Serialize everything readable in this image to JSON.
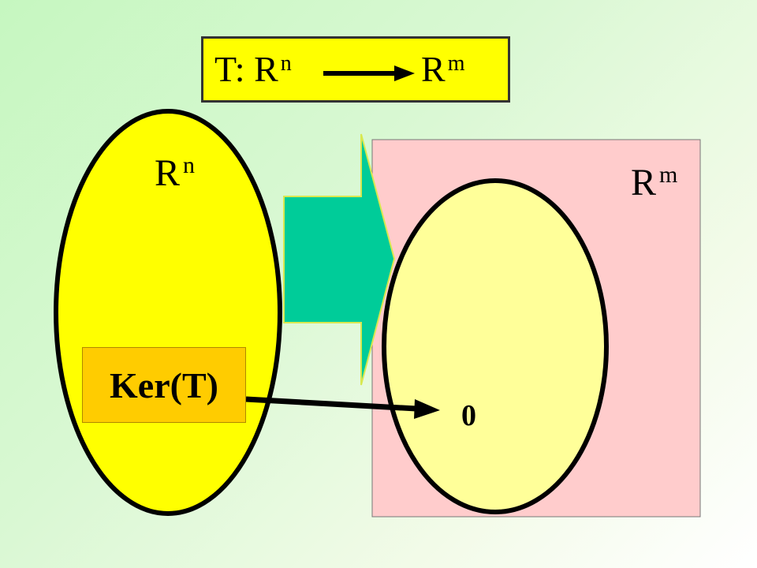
{
  "title": {
    "map_name": "T:",
    "domain_base": "R",
    "domain_exp": "n",
    "codomain_base": "R",
    "codomain_exp": "m"
  },
  "domain": {
    "base": "R",
    "exp": "n"
  },
  "codomain": {
    "base": "R",
    "exp": "m"
  },
  "kernel": {
    "label": "Ker(T)"
  },
  "zero": {
    "label": "0"
  },
  "colors": {
    "background_light": "#f3fbe9",
    "background_green": "#c6f7c0",
    "title_fill": "#ffff00",
    "domain_fill": "#ffff00",
    "codomain_rect_fill": "#ffcccc",
    "image_fill": "#ffff99",
    "kernel_fill": "#ffcc00",
    "arrow_fill": "#00cc99"
  }
}
